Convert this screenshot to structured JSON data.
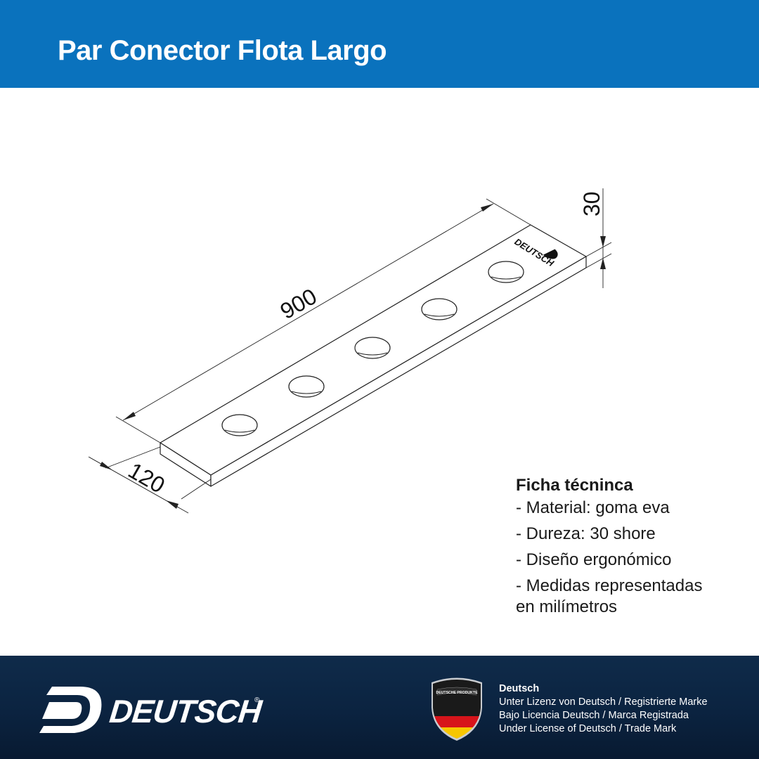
{
  "header": {
    "title": "Par Conector Flota Largo",
    "background": "#0a72bd"
  },
  "diagram": {
    "dimensions": {
      "length": "900",
      "width": "120",
      "height": "30"
    },
    "part_logo_text": "DEUTSCH",
    "hole_count": 5
  },
  "spec": {
    "title": "Ficha técninca",
    "items": [
      "- Material: goma eva",
      "- Dureza: 30 shore",
      "- Diseño ergonómico"
    ],
    "item4_line1": "- Medidas representadas",
    "item4_line2": "en milímetros"
  },
  "footer": {
    "brand": "DEUTSCH",
    "registered_mark": "®",
    "shield_text": "DEUTSCHE PRODUKTE",
    "legal_title": "Deutsch",
    "legal_lines": [
      "Unter Lizenz von Deutsch / Registrierte Marke",
      "Bajo Licencia Deutsch / Marca Registrada",
      "Under License of Deutsch / Trade Mark"
    ],
    "background": "#0b2340"
  }
}
